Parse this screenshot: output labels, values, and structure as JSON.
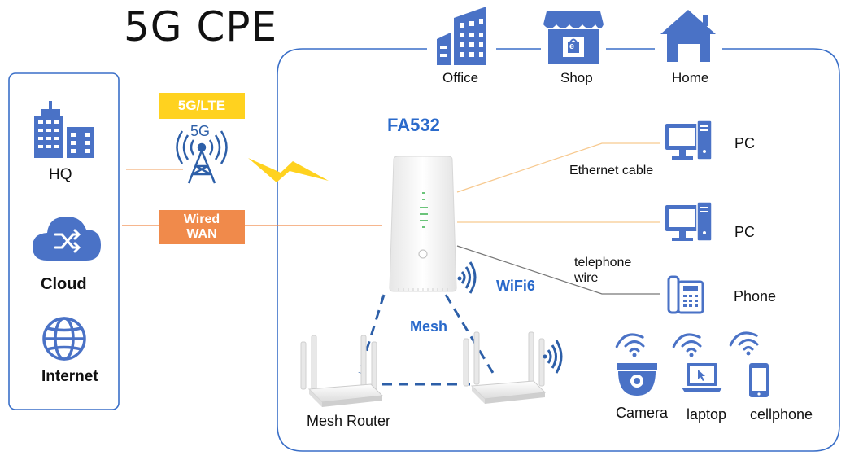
{
  "title": "5G CPE",
  "left_panel": {
    "hq": "HQ",
    "cloud": "Cloud",
    "internet": "Internet"
  },
  "tags": {
    "cellular": "5G/LTE",
    "tower_label": "5G",
    "wired_line1": "Wired",
    "wired_line2": "WAN"
  },
  "top_sites": {
    "office": "Office",
    "shop": "Shop",
    "home": "Home",
    "shop_badge": "e"
  },
  "device": {
    "name": "FA532"
  },
  "links": {
    "ethernet": "Ethernet cable",
    "telephone_line1": "telephone",
    "telephone_line2": "wire",
    "wifi": "WiFi6",
    "mesh": "Mesh"
  },
  "clients": {
    "pc1": "PC",
    "pc2": "PC",
    "phone": "Phone",
    "camera": "Camera",
    "laptop": "laptop",
    "cellphone": "cellphone",
    "mesh_router": "Mesh Router"
  },
  "colors": {
    "icon_blue": "#4a72c6",
    "frame_blue": "#3a6fc8",
    "yellow": "#ffd21f",
    "orange": "#f08a4b",
    "text_blue": "#2a6acb"
  }
}
